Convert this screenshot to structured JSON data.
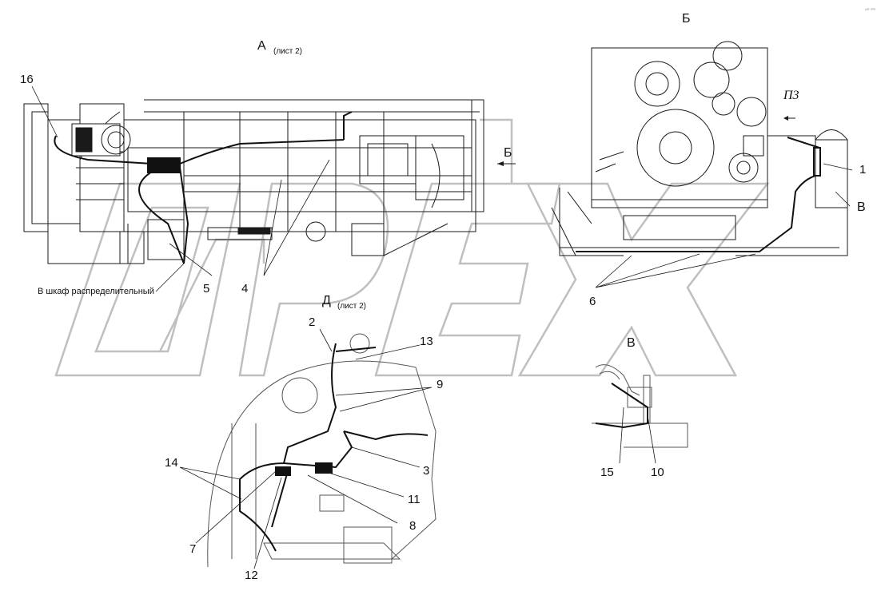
{
  "views": {
    "a_letter": "А",
    "a_sheet": "(лист 2)",
    "b_letter": "Б",
    "b_arrow_letter": "Б",
    "v_letter_right": "В",
    "v_letter_detail": "В",
    "d_letter": "Д",
    "d_sheet": "(лист 2)"
  },
  "note_cabinet": "В шкаф распределительный",
  "pz_label": "П3",
  "corner_mark": "¹³⁰ ⁰⁰⁰",
  "callouts": {
    "c1": "1",
    "c2": "2",
    "c3": "3",
    "c4": "4",
    "c5": "5",
    "c6": "6",
    "c7": "7",
    "c8": "8",
    "c9": "9",
    "c10": "10",
    "c11": "11",
    "c12": "12",
    "c13": "13",
    "c14": "14",
    "c15": "15",
    "c16": "16"
  },
  "colors": {
    "line": "#1a1a1a",
    "detail": "#555555",
    "watermark": "#d9d9d9",
    "cable": "#111111"
  }
}
